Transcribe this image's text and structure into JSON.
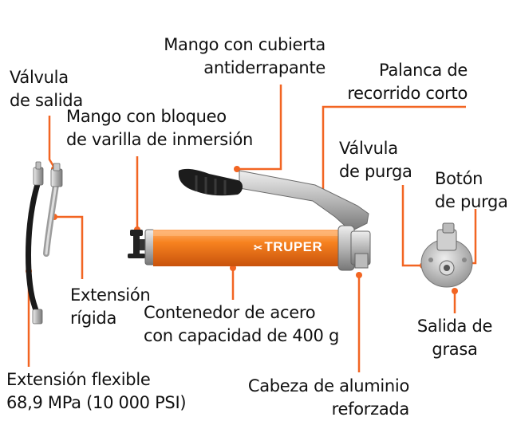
{
  "labels": {
    "mango_cubierta": "Mango con cubierta\nantiderrapante",
    "palanca": "Palanca de\nrecorrido corto",
    "valvula_salida": "Válvula\nde salida",
    "mango_bloqueo": "Mango con bloqueo\nde varilla de inmersión",
    "valvula_purga": "Válvula\nde purga",
    "boton_purga": "Botón\nde purga",
    "extension_rigida": "Extensión\nrígida",
    "contenedor": "Contenedor de acero\ncon capacidad de 400 g",
    "salida_grasa": "Salida de\ngrasa",
    "extension_flexible": "Extensión flexible\n68,9 MPa (10 000 PSI)",
    "cabeza": "Cabeza de aluminio\nreforzada"
  },
  "brand": "TRUPER",
  "colors": {
    "accent": "#f26522",
    "body": "#f47a20",
    "metal": "#b9b9b9",
    "grip": "#1a1a1a"
  }
}
